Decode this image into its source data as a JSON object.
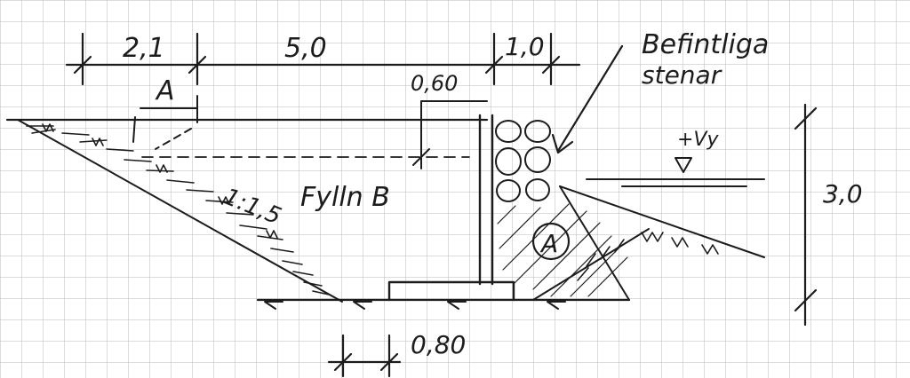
{
  "dimensions": {
    "top_left": "2,1",
    "top_middle": "5,0",
    "top_right": "1,0",
    "wall_height": "0,60",
    "bottom": "0,80",
    "right_height": "3,0"
  },
  "labels": {
    "existing_stones_line1": "Befintliga",
    "existing_stones_line2": "stenar",
    "water_level": "+Vy",
    "fill_b": "Fylln B",
    "slope": "1:1,5",
    "section_marker": "A",
    "zone_marker": "A"
  },
  "colors": {
    "ink": "#1c1c1c",
    "grid": "#b9b9b9",
    "paper": "#ffffff"
  }
}
